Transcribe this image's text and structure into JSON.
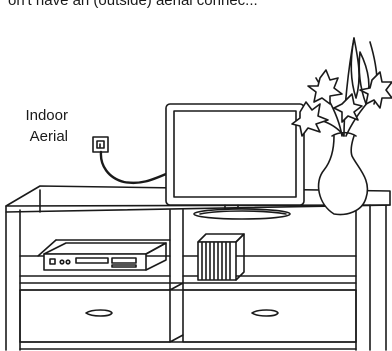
{
  "caption_fragment": "on't have an (outside) aerial connec...",
  "labels": {
    "aerial_line1": "Indoor",
    "aerial_line2": "Aerial"
  }
}
